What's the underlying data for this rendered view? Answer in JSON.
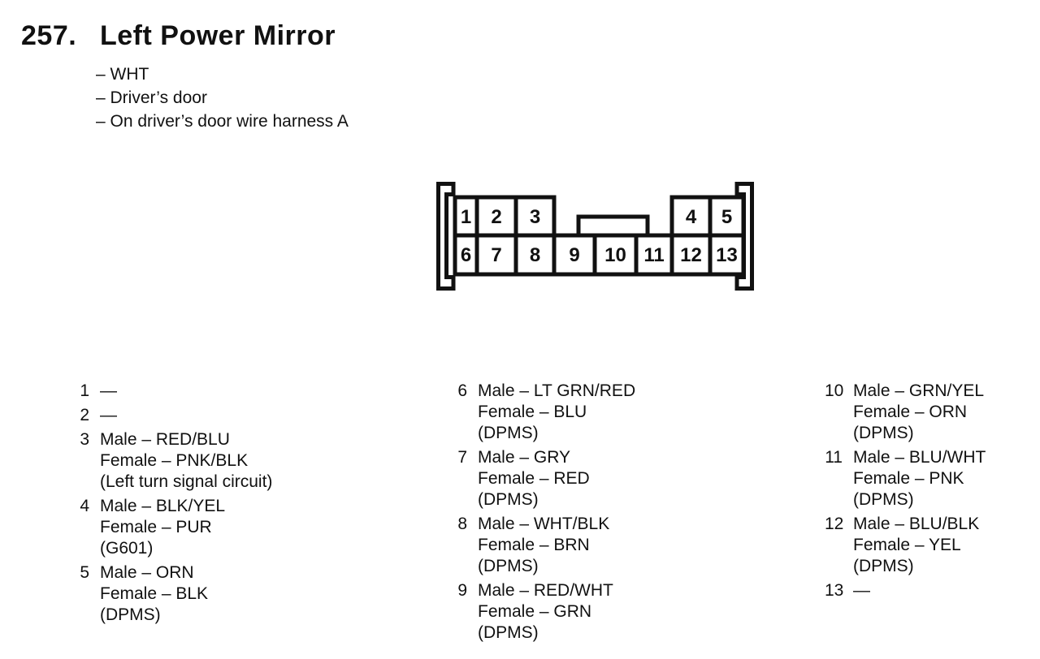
{
  "document": {
    "section_number": "257.",
    "title": "Left Power Mirror",
    "details": [
      "– WHT",
      "– Driver’s door",
      "– On driver’s door wire harness A"
    ]
  },
  "connector": {
    "cells": [
      "1",
      "2",
      "3",
      "4",
      "5",
      "6",
      "7",
      "8",
      "9",
      "10",
      "11",
      "12",
      "13"
    ]
  },
  "pin_columns": [
    {
      "pins": [
        {
          "number": "1",
          "lines": [
            "—"
          ]
        },
        {
          "number": "2",
          "lines": [
            "—"
          ]
        },
        {
          "number": "3",
          "lines": [
            "Male – RED/BLU",
            "Female – PNK/BLK",
            "(Left turn signal circuit)"
          ]
        },
        {
          "number": "4",
          "lines": [
            "Male – BLK/YEL",
            "Female – PUR",
            "(G601)"
          ]
        },
        {
          "number": "5",
          "lines": [
            "Male – ORN",
            "Female – BLK",
            "(DPMS)"
          ]
        }
      ]
    },
    {
      "pins": [
        {
          "number": "6",
          "lines": [
            "Male – LT GRN/RED",
            "Female – BLU",
            "(DPMS)"
          ]
        },
        {
          "number": "7",
          "lines": [
            "Male – GRY",
            "Female – RED",
            "(DPMS)"
          ]
        },
        {
          "number": "8",
          "lines": [
            "Male – WHT/BLK",
            "Female – BRN",
            "(DPMS)"
          ]
        },
        {
          "number": "9",
          "lines": [
            "Male – RED/WHT",
            "Female – GRN",
            "(DPMS)"
          ]
        }
      ]
    },
    {
      "pins": [
        {
          "number": "10",
          "lines": [
            "Male – GRN/YEL",
            "Female – ORN",
            "(DPMS)"
          ]
        },
        {
          "number": "11",
          "lines": [
            "Male – BLU/WHT",
            "Female – PNK",
            "(DPMS)"
          ]
        },
        {
          "number": "12",
          "lines": [
            "Male – BLU/BLK",
            "Female – YEL",
            "(DPMS)"
          ]
        },
        {
          "number": "13",
          "lines": [
            "—"
          ]
        }
      ]
    }
  ],
  "colors": {
    "ink": "#111111",
    "paper": "#ffffff"
  }
}
